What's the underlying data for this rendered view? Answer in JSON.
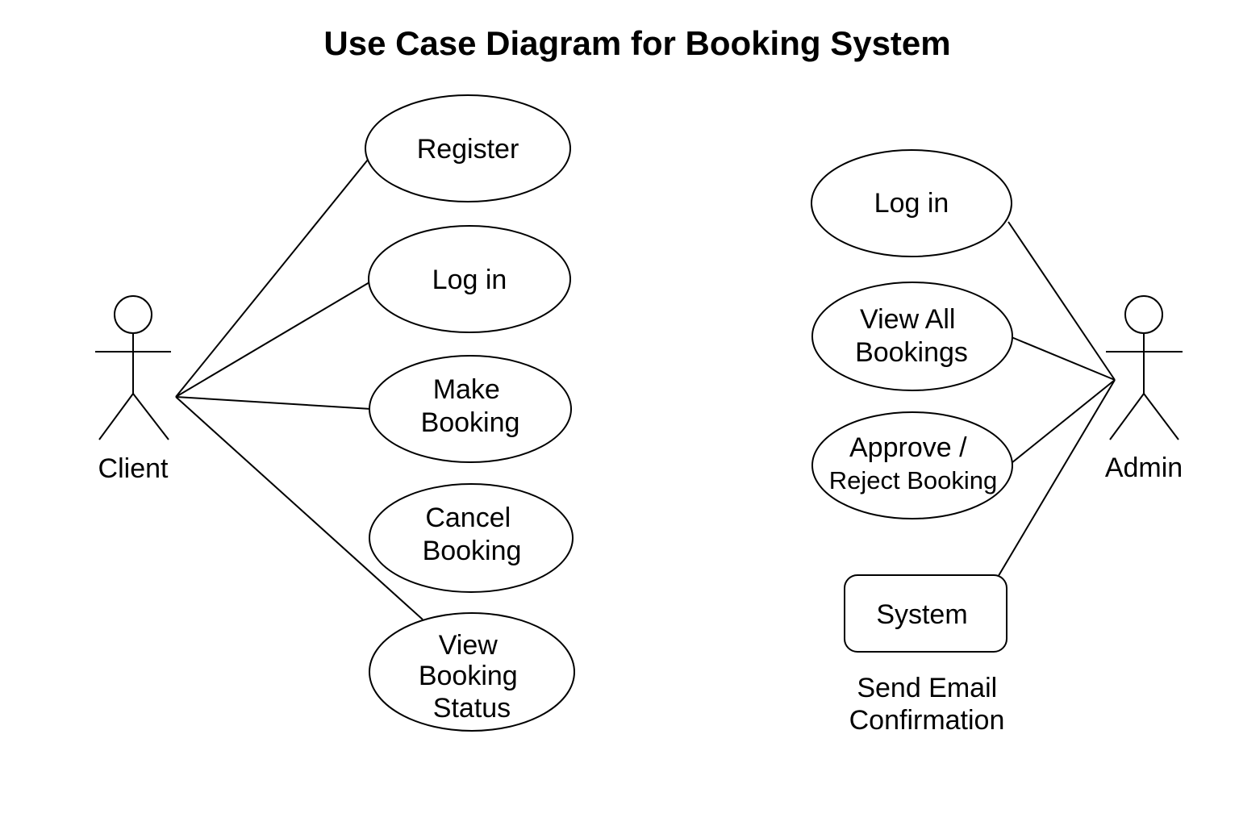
{
  "title": "Use Case Diagram for Booking System",
  "actors": {
    "client": "Client",
    "admin": "Admin"
  },
  "client_use_cases": [
    {
      "id": "register",
      "lines": [
        "Register"
      ]
    },
    {
      "id": "login",
      "lines": [
        "Log in"
      ]
    },
    {
      "id": "make-booking",
      "lines": [
        "Make",
        "Booking"
      ]
    },
    {
      "id": "cancel-booking",
      "lines": [
        "Cancel",
        "Booking"
      ]
    },
    {
      "id": "view-booking-status",
      "lines": [
        "View",
        "Booking",
        "Status"
      ]
    }
  ],
  "admin_use_cases": [
    {
      "id": "login",
      "lines": [
        "Log in"
      ]
    },
    {
      "id": "view-all-bookings",
      "lines": [
        "View All",
        "Bookings"
      ]
    },
    {
      "id": "approve-reject-booking",
      "lines": [
        "Approve /",
        "Reject Booking"
      ]
    }
  ],
  "system_box": {
    "label": "System",
    "caption": [
      "Send Email",
      "Confirmation"
    ]
  }
}
